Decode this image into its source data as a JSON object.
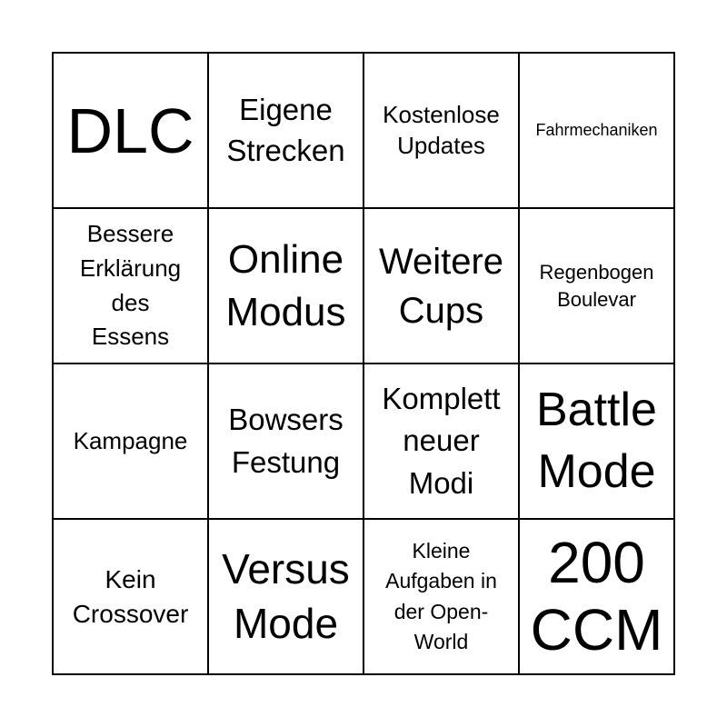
{
  "cells": [
    "DLC",
    "Eigene\nStrecken",
    "Kostenlose\nUpdates",
    "Fahrmechaniken",
    "Bessere\nErklärung\ndes\nEssens",
    "Online\nModus",
    "Weitere\nCups",
    "Regenbogen\nBoulevar",
    "Kampagne",
    "Bowsers\nFestung",
    "Komplett\nneuer\nModi",
    "Battle\nMode",
    "Kein\nCrossover",
    "Versus\nMode",
    "Kleine\nAufgaben in\nder Open-\nWorld",
    "200\nCCM"
  ]
}
